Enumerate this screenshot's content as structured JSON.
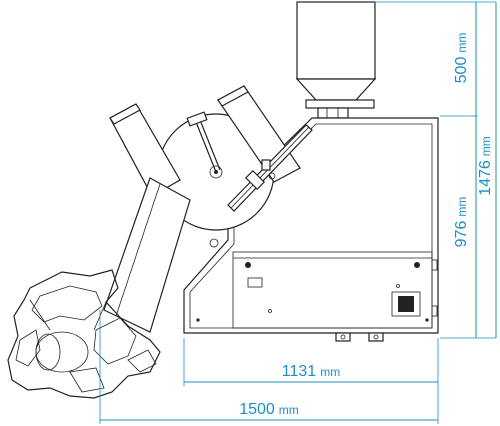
{
  "colors": {
    "dimension": "#1a8fc4",
    "line": "#222222"
  },
  "dimensions": {
    "bunker_height": {
      "value": "500",
      "unit": "mm"
    },
    "total_height": {
      "value": "1476",
      "unit": "mm"
    },
    "body_height": {
      "value": "976",
      "unit": "mm"
    },
    "body_width": {
      "value": "1131",
      "unit": "mm"
    },
    "total_width": {
      "value": "1500",
      "unit": "mm"
    }
  }
}
